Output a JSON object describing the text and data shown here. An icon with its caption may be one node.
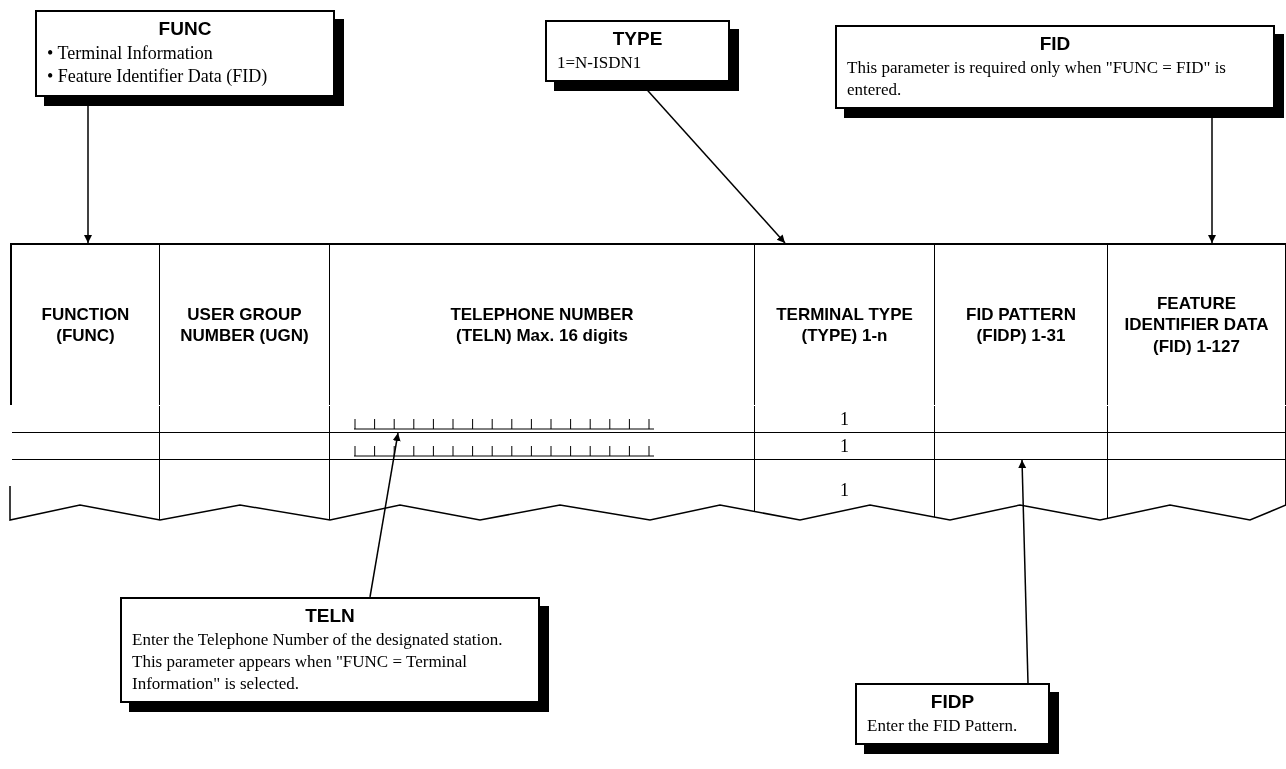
{
  "diagram": {
    "nodes": [
      {
        "text": [
          "FUNC",
          "• Terminal Information",
          "• Feature Identifier Data (FID)"
        ]
      },
      {
        "text": [
          "TYPE",
          "1=N-ISDN1"
        ]
      },
      {
        "text": [
          "FID",
          "This parameter is required only when \"FUNC = FID\" is entered."
        ]
      },
      {
        "text": [
          "FUNCTION (FUNC)"
        ]
      },
      {
        "text": [
          "USER GROUP NUMBER (UGN)"
        ]
      },
      {
        "text": [
          "TELEPHONE NUMBER (TELN) Max. 16 digits"
        ]
      },
      {
        "text": [
          "TERMINAL TYPE (TYPE) 1-n"
        ]
      },
      {
        "text": [
          "FID PATTERN (FIDP) 1-31"
        ]
      },
      {
        "text": [
          "FEATURE IDENTIFIER DATA (FID) 1-127"
        ]
      },
      {
        "text": [],
        "shape": "box"
      },
      {
        "text": [],
        "shape": "box"
      },
      {
        "text": [
          "TELN",
          "Enter the Telephone Number of the designated station. This parameter appears when \"FUNC = Terminal Information\" is selected."
        ]
      },
      {
        "text": [
          "FIDP",
          "Enter the FID Pattern."
        ]
      }
    ],
    "edges": [
      {
        "from": 0,
        "to": 3,
        "arrow": "to"
      },
      {
        "from": 1,
        "to": 6,
        "arrow": "to"
      },
      {
        "from": 2,
        "to": 8,
        "arrow": "to"
      },
      {
        "from": 11,
        "to": 9,
        "arrow": "to"
      },
      {
        "from": 12,
        "to": 10,
        "arrow": "to"
      }
    ],
    "labels": [
      "1",
      "1",
      "1"
    ]
  }
}
